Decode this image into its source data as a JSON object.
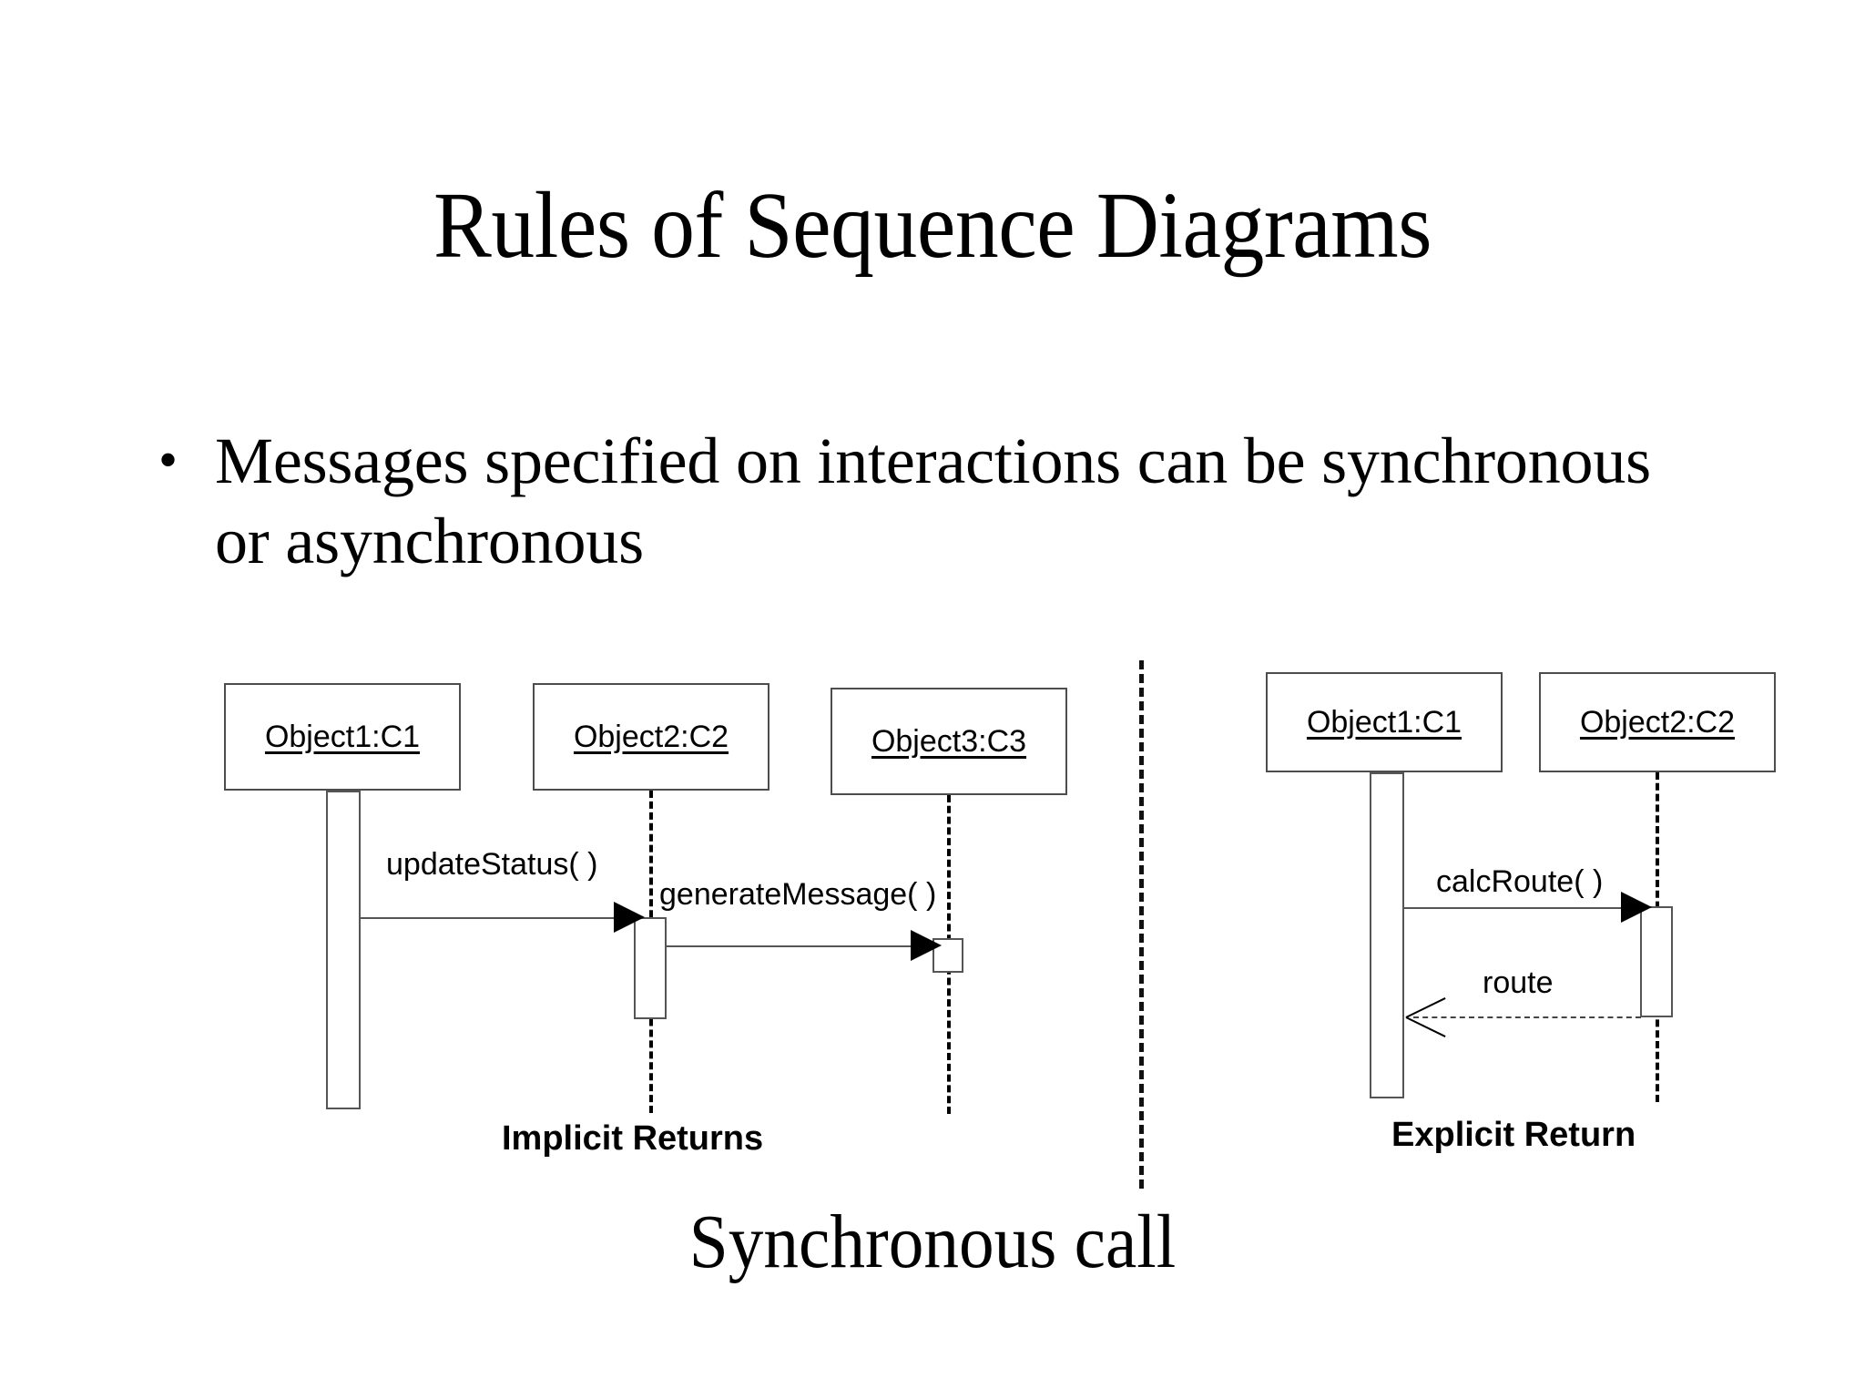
{
  "slide": {
    "title": "Rules of Sequence Diagrams",
    "bullets": [
      {
        "marker": "•",
        "text": "Messages specified on interactions can be synchronous or asynchronous"
      }
    ],
    "bottom_caption": "Synchronous call"
  },
  "colors": {
    "background": "#ffffff",
    "text": "#000000",
    "box_border": "#4d4d4d",
    "line": "#555555",
    "arrowhead": "#000000"
  },
  "diagram": {
    "type": "uml-sequence-diagram",
    "separator": {
      "style": "dashed-vertical"
    },
    "panels": [
      {
        "id": "implicit",
        "caption": "Implicit Returns",
        "participants": [
          {
            "id": "p1",
            "label": "Object1:C1",
            "activation": "wide-bar"
          },
          {
            "id": "p2",
            "label": "Object2:C2",
            "activation": "bar"
          },
          {
            "id": "p3",
            "label": "Object3:C3",
            "activation": "small-box"
          }
        ],
        "messages": [
          {
            "label": "updateStatus( )",
            "from": "p1",
            "to": "p2",
            "kind": "synchronous-call",
            "arrowhead": "filled",
            "line": "solid",
            "direction": "right"
          },
          {
            "label": "generateMessage( )",
            "from": "p2",
            "to": "p3",
            "kind": "synchronous-call",
            "arrowhead": "filled",
            "line": "solid",
            "direction": "right"
          }
        ]
      },
      {
        "id": "explicit",
        "caption": "Explicit Return",
        "participants": [
          {
            "id": "q1",
            "label": "Object1:C1",
            "activation": "wide-bar"
          },
          {
            "id": "q2",
            "label": "Object2:C2",
            "activation": "bar"
          }
        ],
        "messages": [
          {
            "label": "calcRoute( )",
            "from": "q1",
            "to": "q2",
            "kind": "synchronous-call",
            "arrowhead": "filled",
            "line": "solid",
            "direction": "right"
          },
          {
            "label": "route",
            "from": "q2",
            "to": "q1",
            "kind": "return",
            "arrowhead": "open",
            "line": "dashed",
            "direction": "left"
          }
        ]
      }
    ]
  }
}
